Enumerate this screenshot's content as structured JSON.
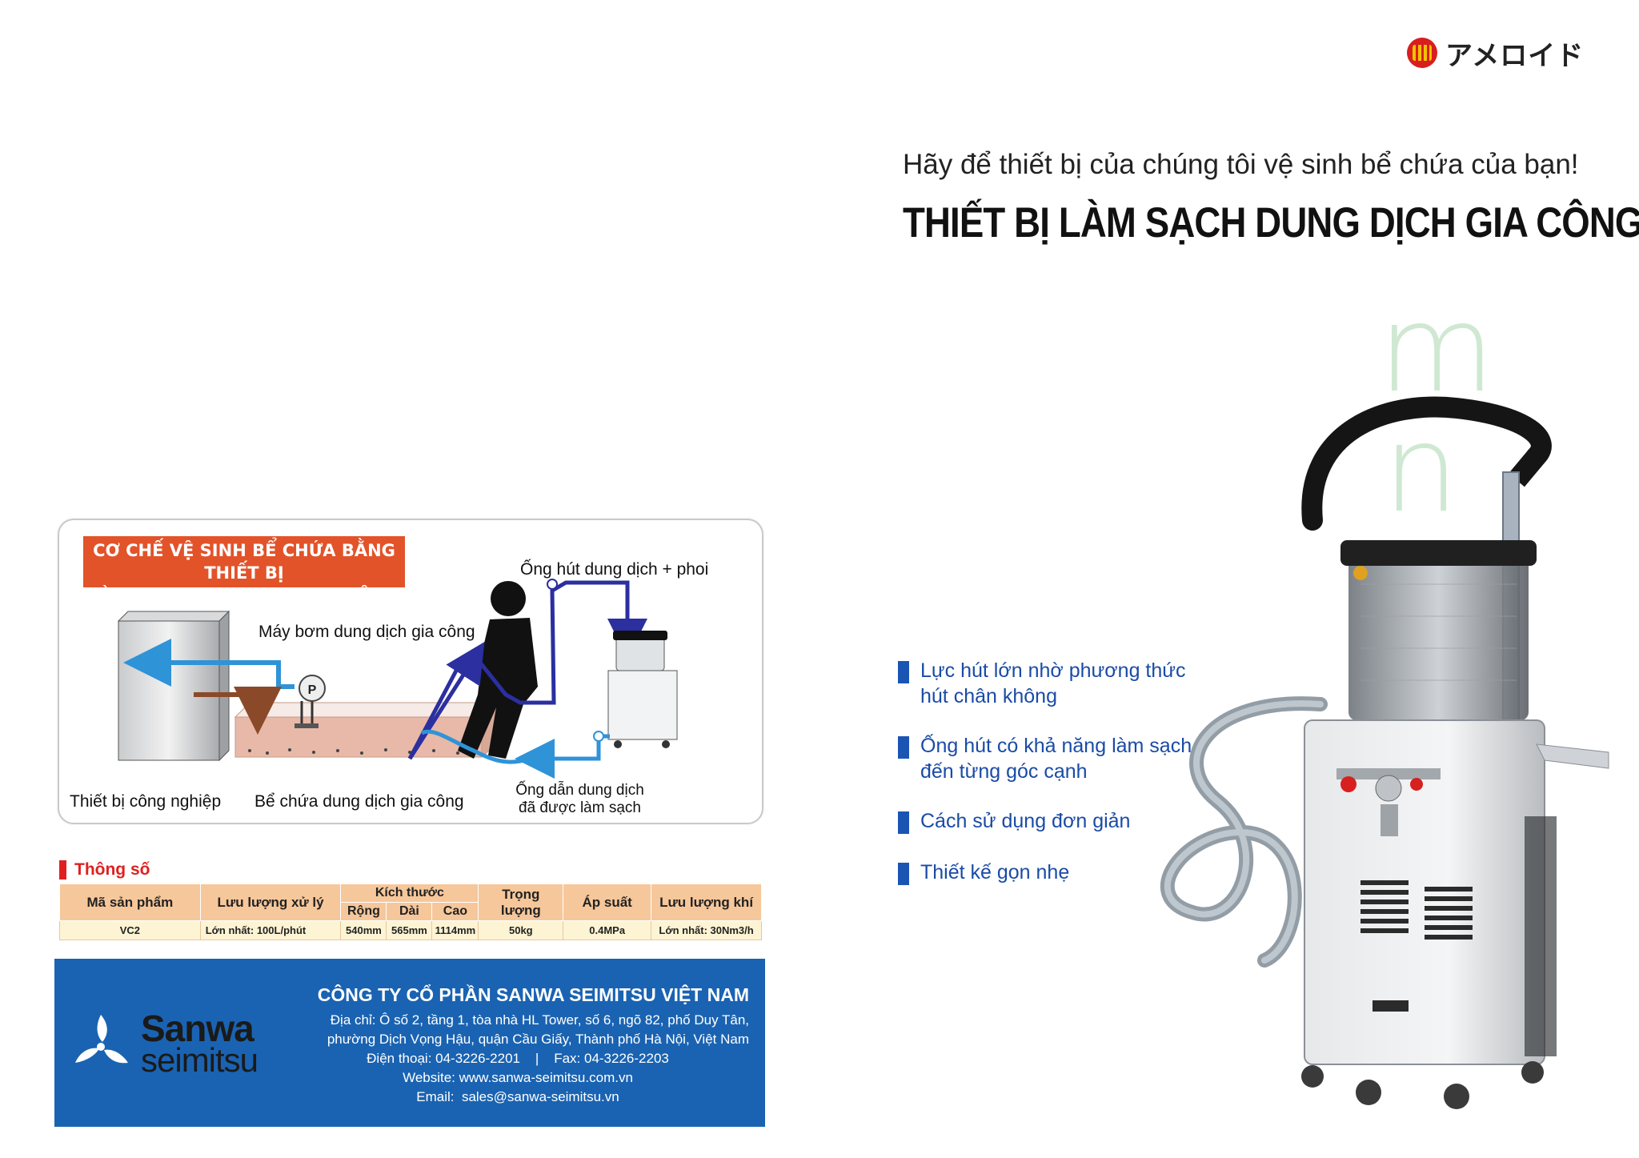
{
  "brand": {
    "name": "アメロイド"
  },
  "header": {
    "tagline": "Hãy để thiết bị của chúng tôi vệ sinh bể chứa của bạn!",
    "headline": "THIẾT BỊ LÀM SẠCH DUNG DỊCH GIA CÔNG"
  },
  "deco_letters": [
    "m",
    "n"
  ],
  "features": [
    {
      "line1": "Lực hút lớn nhờ phương thức",
      "line2": "hút chân không"
    },
    {
      "line1": "Ống hút có khả năng làm sạch",
      "line2": "đến từng góc cạnh"
    },
    {
      "line1": "Cách sử dụng đơn giản",
      "line2": ""
    },
    {
      "line1": "Thiết kế gọn nhẹ",
      "line2": ""
    }
  ],
  "diagram": {
    "title_line1": "CƠ CHẾ VỆ SINH BỂ CHỨA BẰNG THIẾT BỊ",
    "title_line2": "LÀM SẠCH DUNG DỊCH GIA CÔNG",
    "label_suction_pipe": "Ống hút dung dịch + phoi",
    "label_pump": "Máy bơm dung dịch gia công",
    "pump_symbol": "P",
    "label_industrial_equipment": "Thiết bị công nghiệp",
    "label_tank": "Bể chứa dung dịch gia công",
    "label_return_pipe_line1": "Ống dẫn dung dịch",
    "label_return_pipe_line2": "đã được làm sạch",
    "colors": {
      "arrow_blue": "#2f93d8",
      "arrow_navy": "#2b2fa0",
      "arrow_brown": "#8a4a2a",
      "tank_liquid": "#e8b9a8"
    }
  },
  "specs": {
    "title": "Thông số",
    "headers": {
      "model": "Mã sản phẩm",
      "flow": "Lưu lượng xử lý",
      "size": "Kích thước",
      "width": "Rộng",
      "length": "Dài",
      "height": "Cao",
      "weight": "Trọng lượng",
      "pressure": "Áp suất",
      "air_flow": "Lưu lượng khí"
    },
    "row": {
      "model": "VC2",
      "flow": "Lớn nhất: 100L/phút",
      "width": "540mm",
      "length": "565mm",
      "height": "1114mm",
      "weight": "50kg",
      "pressure": "0.4MPa",
      "air_flow": "Lớn nhất: 30Nm3/h"
    }
  },
  "footer": {
    "logo_line1": "Sanwa",
    "logo_line2": "seimitsu",
    "company": "CÔNG TY CỔ PHẦN SANWA SEIMITSU VIỆT NAM",
    "address_line1": "Địa chỉ: Ô số 2, tầng 1, tòa nhà HL Tower, số 6, ngõ 82, phố Duy Tân,",
    "address_line2": "phường Dịch Vọng Hậu, quận Cầu Giấy, Thành phố Hà Nội, Việt Nam",
    "phone_line": "Điện thoại: 04-3226-2201    |    Fax: 04-3226-2203",
    "website_line": "Website: www.sanwa-seimitsu.com.vn",
    "email_line": "Email:  sales@sanwa-seimitsu.vn",
    "bg_color": "#1a63b2"
  }
}
